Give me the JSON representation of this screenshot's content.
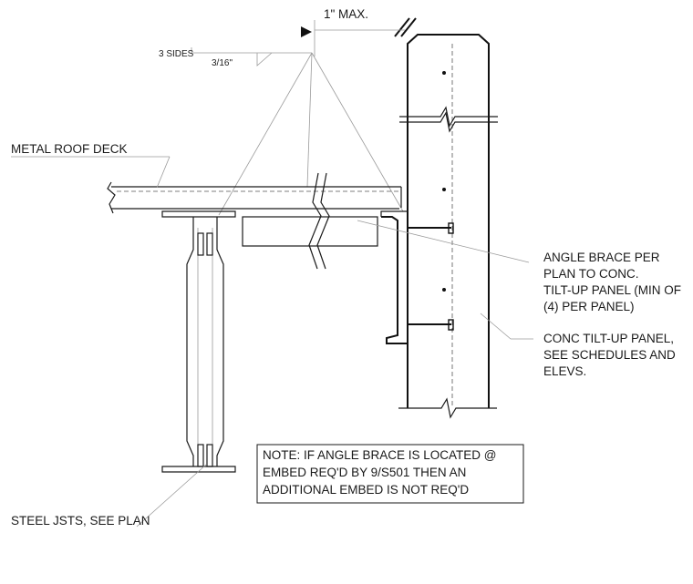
{
  "dimension": {
    "max_gap": "1\" MAX."
  },
  "weld": {
    "sides": "3 SIDES",
    "size": "3/16\""
  },
  "labels": {
    "roof_deck": "METAL ROOF DECK",
    "angle_brace": [
      "ANGLE BRACE PER",
      "PLAN TO CONC.",
      "TILT-UP PANEL (MIN OF",
      "(4) PER PANEL)"
    ],
    "tilt_up": [
      "CONC TILT-UP PANEL,",
      "SEE SCHEDULES AND",
      "ELEVS."
    ],
    "joists": "STEEL JSTS, SEE PLAN"
  },
  "note": [
    "NOTE: IF ANGLE BRACE IS LOCATED @",
    "EMBED REQ'D BY 9/S501 THEN AN",
    "ADDITIONAL EMBED IS NOT REQ'D"
  ]
}
